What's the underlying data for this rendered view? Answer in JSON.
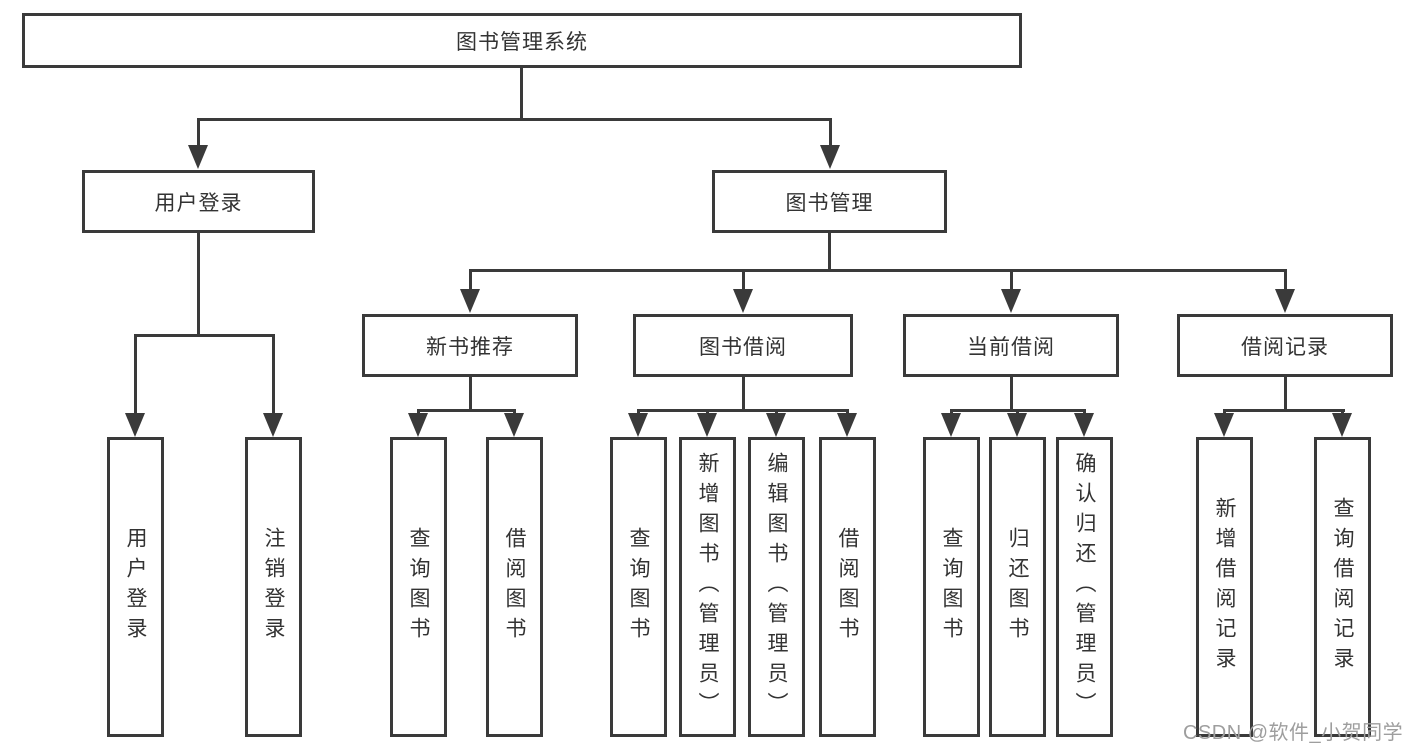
{
  "colors": {
    "line": "#3a3a3a",
    "text": "#333333",
    "watermark": "#9e9e9e",
    "bg": "#ffffff"
  },
  "watermark": {
    "text": "CSDN @软件_小贺同学"
  },
  "tree": {
    "label": "图书管理系统",
    "children": [
      {
        "label": "用户登录",
        "children": [
          {
            "label": "用户登录"
          },
          {
            "label": "注销登录"
          }
        ]
      },
      {
        "label": "图书管理",
        "children": [
          {
            "label": "新书推荐",
            "children": [
              {
                "label": "查询图书"
              },
              {
                "label": "借阅图书"
              }
            ]
          },
          {
            "label": "图书借阅",
            "children": [
              {
                "label": "查询图书"
              },
              {
                "label": "新增图书（管理员）"
              },
              {
                "label": "编辑图书（管理员）"
              },
              {
                "label": "借阅图书"
              }
            ]
          },
          {
            "label": "当前借阅",
            "children": [
              {
                "label": "查询图书"
              },
              {
                "label": "归还图书"
              },
              {
                "label": "确认归还（管理员）"
              }
            ]
          },
          {
            "label": "借阅记录",
            "children": [
              {
                "label": "新增借阅记录"
              },
              {
                "label": "查询借阅记录"
              }
            ]
          }
        ]
      }
    ]
  }
}
